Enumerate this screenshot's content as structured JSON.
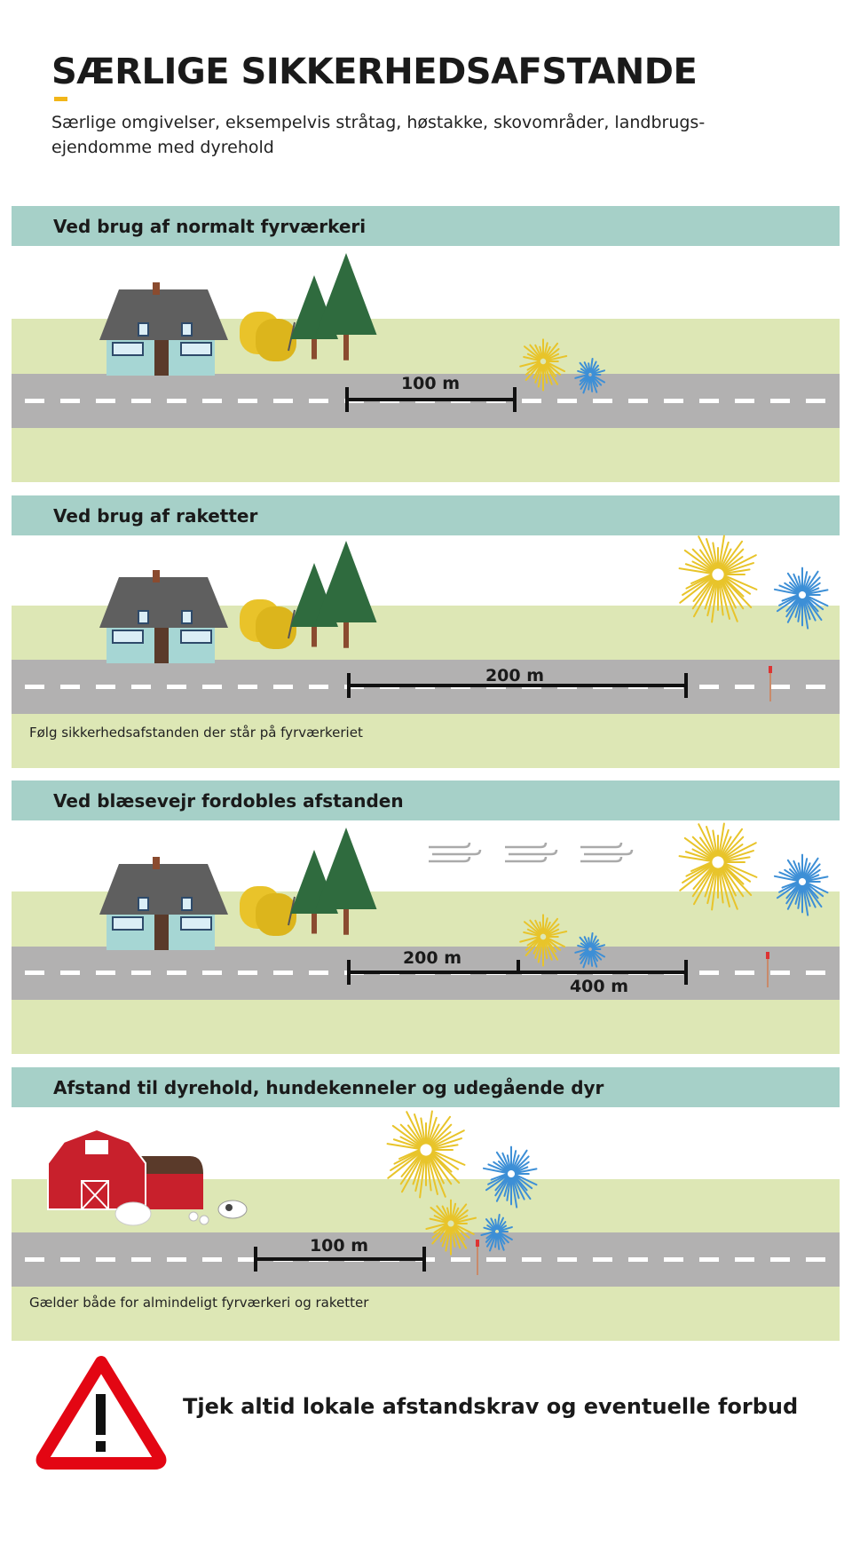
{
  "header": {
    "title": "SÆRLIGE SIKKERHEDSAFSTANDE",
    "subtitle": "Særlige omgivelser, eksempelvis stråtag, høstakke, skovområder, landbrugs-ejendomme med dyrehold"
  },
  "sections": [
    {
      "title": "Ved brug af normalt fyrværkeri",
      "distances": [
        "100 m"
      ],
      "caption": ""
    },
    {
      "title": "Ved brug af raketter",
      "distances": [
        "200 m"
      ],
      "caption": "Følg sikkerhedsafstanden der står på fyrværkeriet"
    },
    {
      "title": "Ved blæsevejr fordobles afstanden",
      "distances": [
        "200 m",
        "400 m"
      ],
      "caption": ""
    },
    {
      "title": "Afstand til dyrehold, hundekenneler og udegående dyr",
      "distances": [
        "100 m"
      ],
      "caption": "Gælder både for almindeligt fyrværkeri og raketter"
    }
  ],
  "warning": {
    "text": "Tjek altid lokale afstandskrav og eventuelle forbud",
    "icon": "warning-triangle-icon"
  },
  "colors": {
    "header_band": "#a6d0c8",
    "grass": "#dde7b5",
    "road": "#b2b1b1",
    "accent": "#f2b619",
    "firework_yellow": "#e8c42a",
    "firework_blue": "#3d8fd6",
    "warning_red": "#e30613"
  }
}
